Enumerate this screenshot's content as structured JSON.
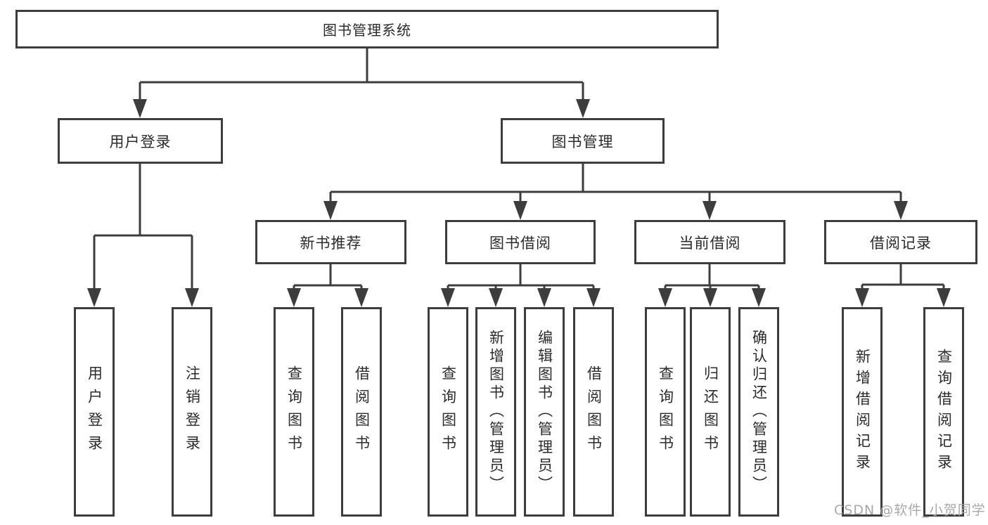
{
  "diagram_title": "图书管理系统",
  "tree": {
    "root": {
      "label": "图书管理系统"
    },
    "branches": [
      {
        "label": "用户登录",
        "leaves": [
          "用户登录",
          "注销登录"
        ]
      },
      {
        "label": "图书管理",
        "sections": [
          {
            "label": "新书推荐",
            "leaves": [
              "查询图书",
              "借阅图书"
            ]
          },
          {
            "label": "图书借阅",
            "leaves": [
              "查询图书",
              "新增图书（管理员）",
              "编辑图书（管理员）",
              "借阅图书"
            ]
          },
          {
            "label": "当前借阅",
            "leaves": [
              "查询图书",
              "归还图书",
              "确认归还（管理员）"
            ]
          },
          {
            "label": "借阅记录",
            "leaves": [
              "新增借阅记录",
              "查询借阅记录"
            ]
          }
        ]
      }
    ]
  },
  "watermark": "CSDN @软件_小贺同学",
  "colors": {
    "line": "#3d3d3d",
    "box_border": "#3d3d3d",
    "text": "#2b2b2b",
    "background": "#ffffff",
    "watermark_text": "#a9a9a9"
  }
}
